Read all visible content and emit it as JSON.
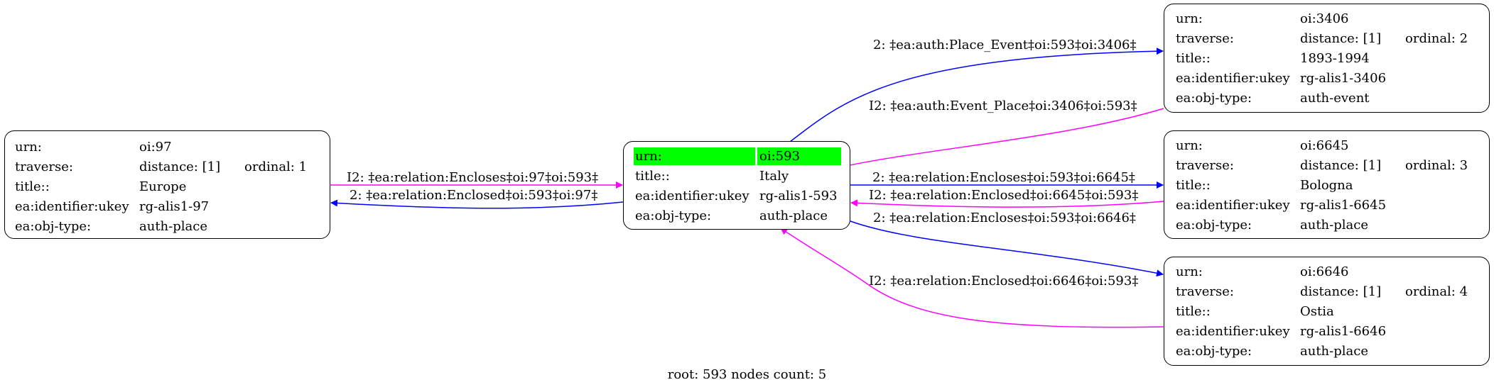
{
  "colors": {
    "forward_edge": "#0000ff",
    "reverse_edge": "#ff00ff",
    "root_highlight": "#00ff00"
  },
  "nodes": {
    "europe": {
      "urn_label": "urn:",
      "urn": "oi:97",
      "traverse_label": "traverse:",
      "distance": "distance: [1]",
      "ordinal": "ordinal: 1",
      "title_label": "title::",
      "title": "Europe",
      "ukey_label": "ea:identifier:ukey",
      "ukey": "rg-alis1-97",
      "type_label": "ea:obj-type:",
      "type": "auth-place"
    },
    "italy": {
      "urn_label": "urn:",
      "urn": "oi:593",
      "title_label": "title::",
      "title": "Italy",
      "ukey_label": "ea:identifier:ukey",
      "ukey": "rg-alis1-593",
      "type_label": "ea:obj-type:",
      "type": "auth-place"
    },
    "event": {
      "urn_label": "urn:",
      "urn": "oi:3406",
      "traverse_label": "traverse:",
      "distance": "distance: [1]",
      "ordinal": "ordinal: 2",
      "title_label": "title::",
      "title": "1893-1994",
      "ukey_label": "ea:identifier:ukey",
      "ukey": "rg-alis1-3406",
      "type_label": "ea:obj-type:",
      "type": "auth-event"
    },
    "bologna": {
      "urn_label": "urn:",
      "urn": "oi:6645",
      "traverse_label": "traverse:",
      "distance": "distance: [1]",
      "ordinal": "ordinal: 3",
      "title_label": "title::",
      "title": "Bologna",
      "ukey_label": "ea:identifier:ukey",
      "ukey": "rg-alis1-6645",
      "type_label": "ea:obj-type:",
      "type": "auth-place"
    },
    "ostia": {
      "urn_label": "urn:",
      "urn": "oi:6646",
      "traverse_label": "traverse:",
      "distance": "distance: [1]",
      "ordinal": "ordinal: 4",
      "title_label": "title::",
      "title": "Ostia",
      "ukey_label": "ea:identifier:ukey",
      "ukey": "rg-alis1-6646",
      "type_label": "ea:obj-type:",
      "type": "auth-place"
    }
  },
  "edges": {
    "europe_to_italy": "I2: ‡ea:relation:Encloses‡oi:97‡oi:593‡",
    "italy_to_europe": "2: ‡ea:relation:Enclosed‡oi:593‡oi:97‡",
    "italy_to_event": "2: ‡ea:auth:Place_Event‡oi:593‡oi:3406‡",
    "event_to_italy": "I2: ‡ea:auth:Event_Place‡oi:3406‡oi:593‡",
    "italy_to_bologna": "2: ‡ea:relation:Encloses‡oi:593‡oi:6645‡",
    "bologna_to_italy": "I2: ‡ea:relation:Enclosed‡oi:6645‡oi:593‡",
    "italy_to_ostia": "2: ‡ea:relation:Encloses‡oi:593‡oi:6646‡",
    "ostia_to_italy": "I2: ‡ea:relation:Enclosed‡oi:6646‡oi:593‡"
  },
  "footer": "root: 593 nodes count: 5"
}
